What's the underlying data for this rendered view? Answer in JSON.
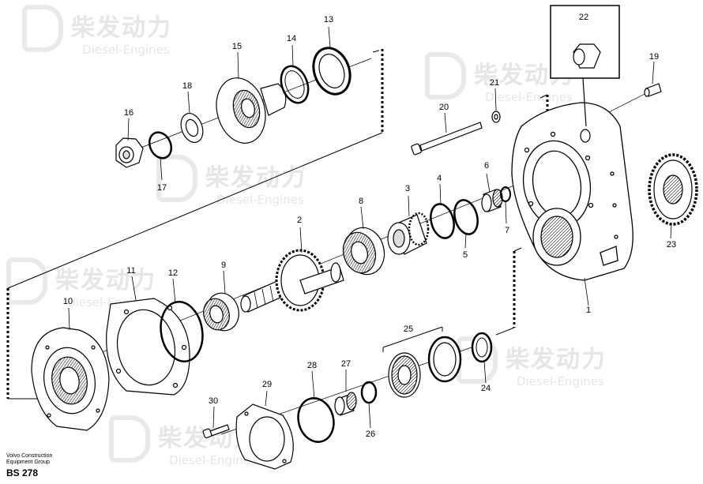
{
  "watermark": {
    "chinese": "柴发动力",
    "english": "Diesel-Engines"
  },
  "callouts": [
    "1",
    "2",
    "3",
    "4",
    "5",
    "6",
    "7",
    "8",
    "9",
    "10",
    "11",
    "12",
    "13",
    "14",
    "15",
    "16",
    "17",
    "18",
    "19",
    "20",
    "21",
    "22",
    "23",
    "24",
    "25",
    "26",
    "27",
    "28",
    "29",
    "30"
  ],
  "footer": {
    "line1": "Volvo Construction",
    "line2": "Equipment Group",
    "code": "BS 278"
  },
  "colors": {
    "ink": "#000000",
    "watermark": "#e6e6e6"
  }
}
